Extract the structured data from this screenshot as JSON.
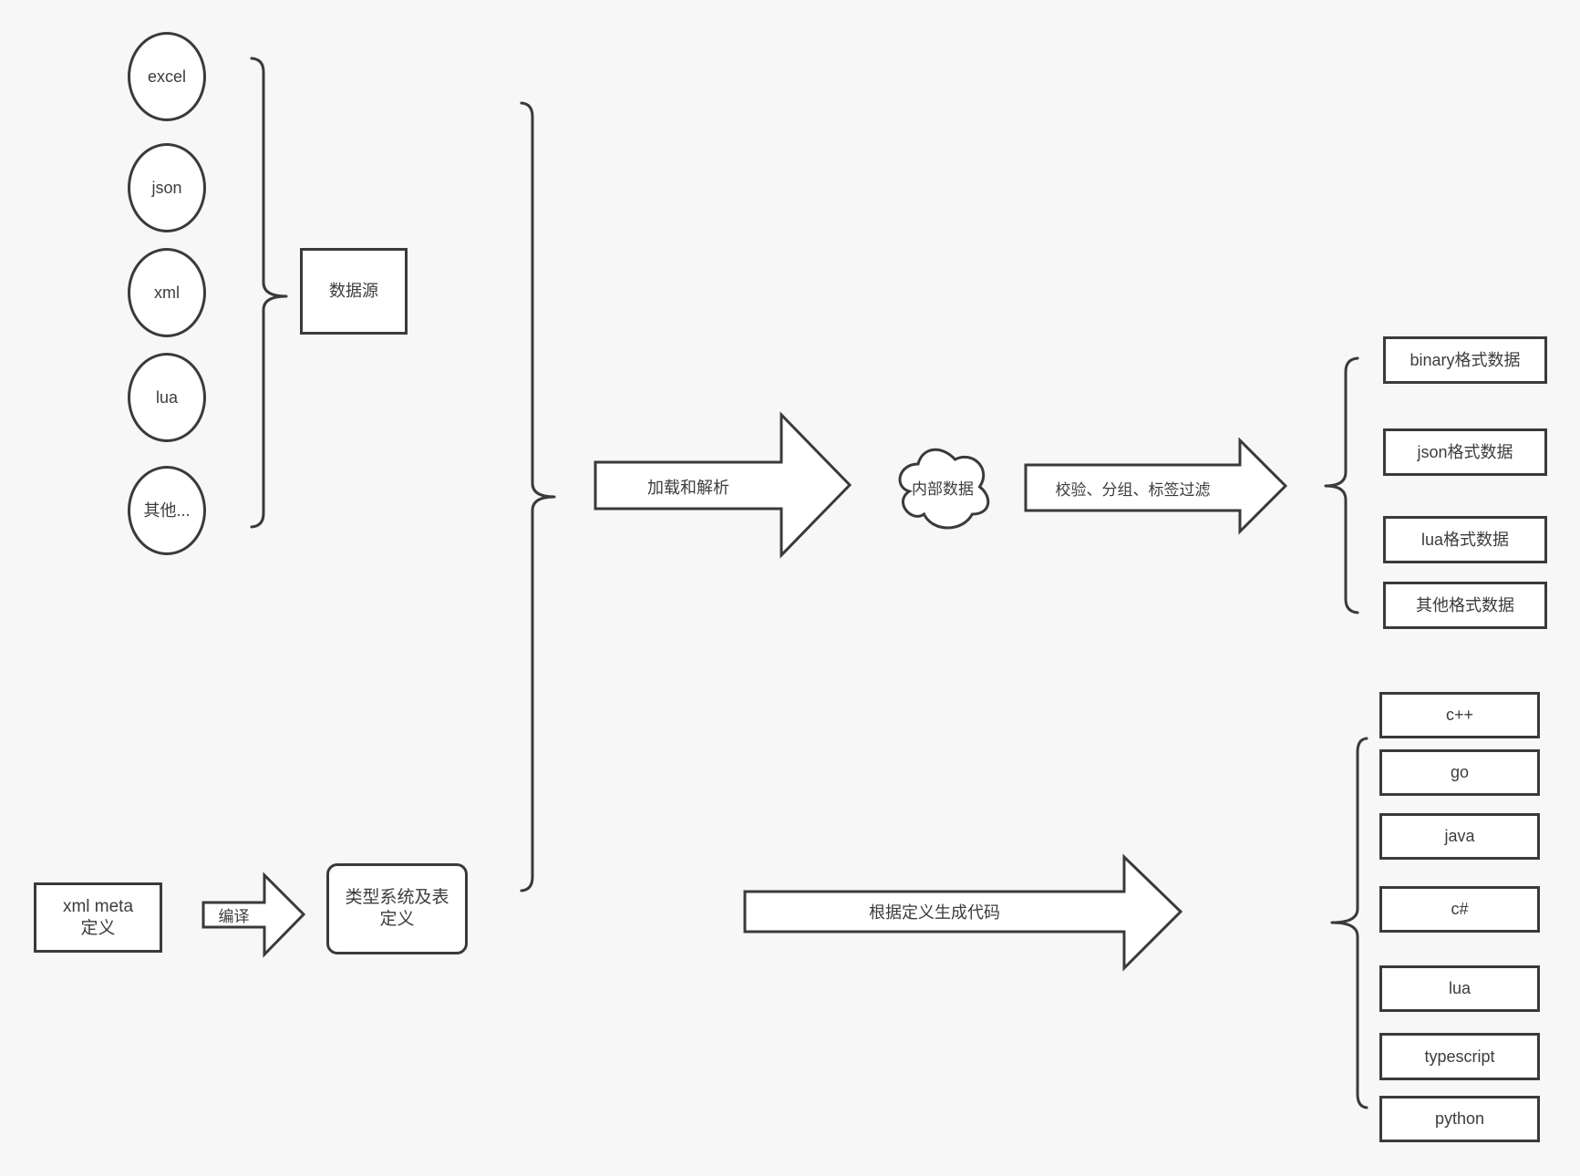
{
  "page": {
    "background": "#f7f7f7"
  },
  "diagram": {
    "stroke_color": "#3a3a3a",
    "node_fill": "#ffffff",
    "sources": {
      "items": [
        "excel",
        "json",
        "xml",
        "lua",
        "其他..."
      ],
      "group_label": "数据源"
    },
    "pipeline": {
      "load_arrow_label": "加载和解析",
      "cloud_label": "内部数据",
      "filter_arrow_label": "校验、分组、标签过滤",
      "output_formats": [
        "binary格式数据",
        "json格式数据",
        "lua格式数据",
        "其他格式数据"
      ]
    },
    "meta_flow": {
      "xml_meta_label": "xml meta定义",
      "compile_arrow_label": "编译",
      "type_system_label": "类型系统及表定义",
      "codegen_arrow_label": "根据定义生成代码",
      "languages": [
        "c++",
        "go",
        "java",
        "c#",
        "lua",
        "typescript",
        "python"
      ]
    }
  }
}
